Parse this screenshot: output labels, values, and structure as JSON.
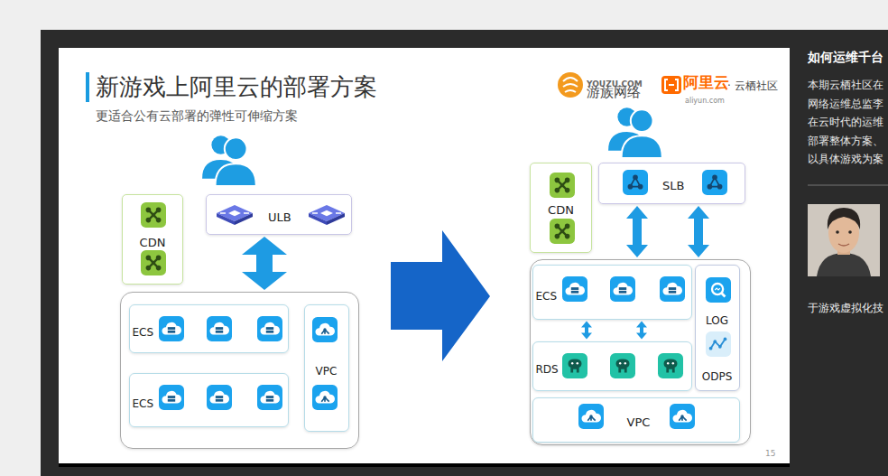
{
  "diagram": {
    "title": "新游戏上阿里云的部署方案",
    "nodes": [
      {
        "text": [
          "CDN"
        ]
      },
      {
        "text": [
          "ULB"
        ]
      },
      {
        "text": []
      },
      {
        "text": [
          "ECS"
        ],
        "in": 2
      },
      {
        "text": [
          "ECS"
        ],
        "in": 2
      },
      {
        "text": [
          "VPC"
        ],
        "in": 2
      },
      {
        "text": [
          "CDN"
        ]
      },
      {
        "text": [
          "SLB"
        ]
      },
      {
        "text": []
      },
      {
        "text": [
          "ECS"
        ],
        "in": 8
      },
      {
        "text": [
          "RDS"
        ],
        "in": 8
      },
      {
        "text": [
          "LOG",
          "ODPS"
        ],
        "in": 8
      },
      {
        "text": [
          "VPC"
        ],
        "in": 8
      }
    ],
    "edges": [
      {
        "from": 1,
        "to": 2,
        "arrow": "both"
      },
      {
        "from": 7,
        "to": 8,
        "arrow": "both"
      },
      {
        "from": 7,
        "to": 8,
        "arrow": "both"
      },
      {
        "from": 9,
        "to": 10,
        "arrow": "both"
      },
      {
        "from": 9,
        "to": 10,
        "arrow": "both"
      }
    ],
    "labels": [
      "更适合公有云部署的弹性可伸缩方案",
      "YOUZU.COM",
      "游族网络",
      "阿里云",
      "aliyun.com",
      "· 云栖社区",
      "15",
      "如何运维千台",
      "本期云栖社区在",
      "网络运维总监李",
      "在云时代的运维",
      "部署整体方案、",
      "以具体游戏为案",
      "于游戏虚拟化技"
    ]
  }
}
